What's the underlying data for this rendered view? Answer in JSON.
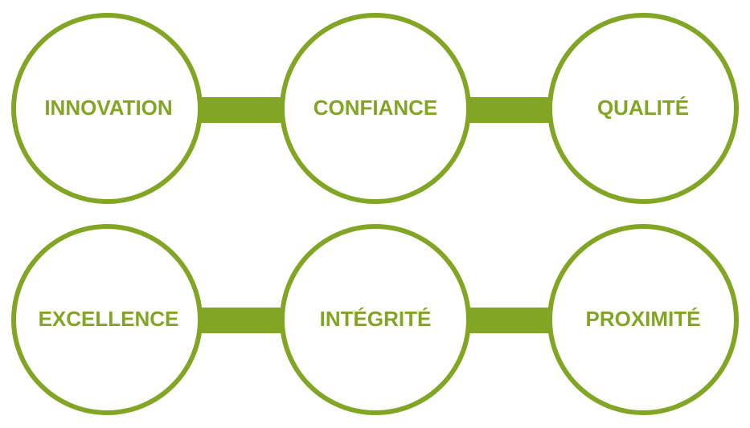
{
  "colors": {
    "accent": "#82a523",
    "background": "#ffffff"
  },
  "values": [
    {
      "label": "INNOVATION"
    },
    {
      "label": "CONFIANCE"
    },
    {
      "label": "QUALITÉ"
    },
    {
      "label": "EXCELLENCE"
    },
    {
      "label": "INTÉGRITÉ"
    },
    {
      "label": "PROXIMITÉ"
    }
  ]
}
